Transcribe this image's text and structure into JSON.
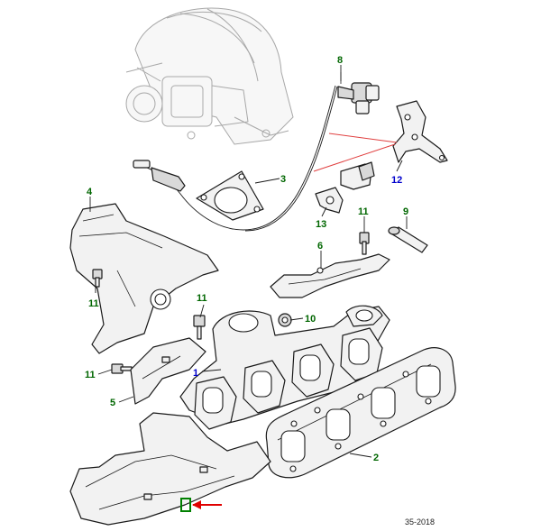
{
  "callouts": {
    "c1": {
      "text": "1",
      "color": "#0000cc"
    },
    "c2": {
      "text": "2",
      "color": "#006600"
    },
    "c3": {
      "text": "3",
      "color": "#006600"
    },
    "c4": {
      "text": "4",
      "color": "#006600"
    },
    "c5": {
      "text": "5",
      "color": "#006600"
    },
    "c6": {
      "text": "6",
      "color": "#006600"
    },
    "c8": {
      "text": "8",
      "color": "#006600"
    },
    "c9": {
      "text": "9",
      "color": "#006600"
    },
    "c10": {
      "text": "10",
      "color": "#006600"
    },
    "c11a": {
      "text": "11",
      "color": "#006600"
    },
    "c11b": {
      "text": "11",
      "color": "#006600"
    },
    "c11c": {
      "text": "11",
      "color": "#006600"
    },
    "c11d": {
      "text": "11",
      "color": "#006600"
    },
    "c12": {
      "text": "12",
      "color": "#0000cc"
    },
    "c13": {
      "text": "13",
      "color": "#006600"
    }
  },
  "colors": {
    "line_art": "#1a1a1a",
    "ghost_turbo": "#a8a8a8",
    "red_arrow": "#e00000",
    "red_leader": "#e04040",
    "highlight_box": "#008000"
  },
  "reference_code": "35-2018"
}
